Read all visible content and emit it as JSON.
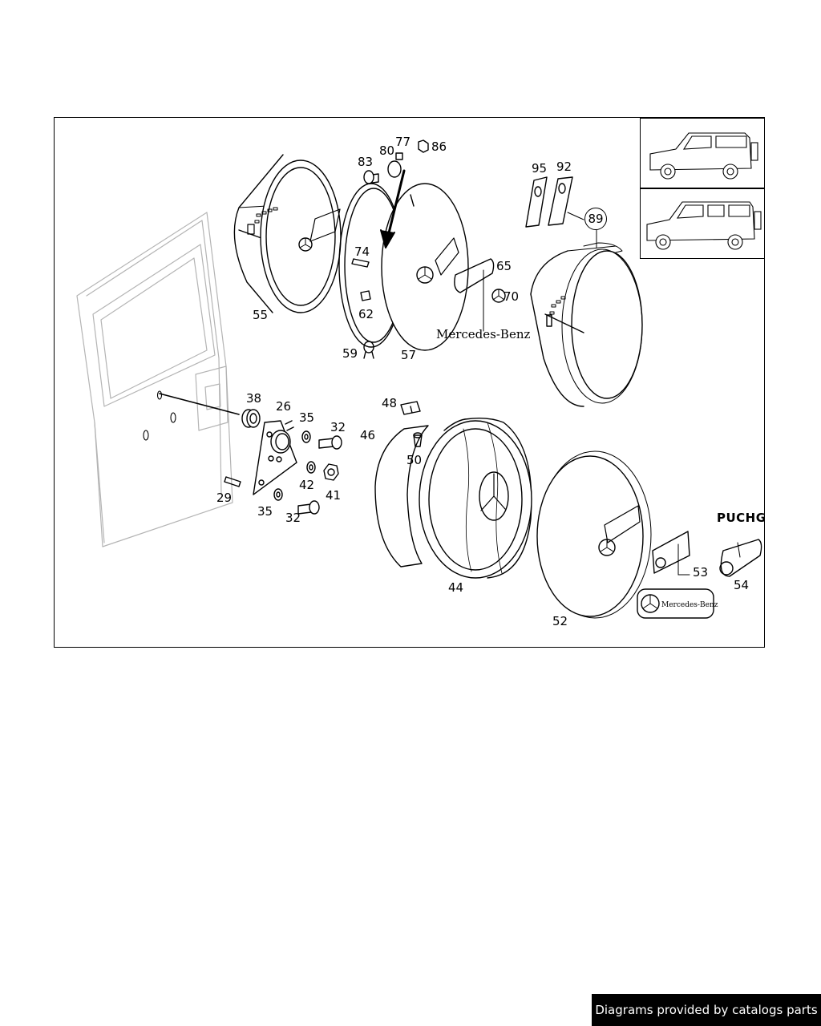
{
  "labels": {
    "p26": "26",
    "p29": "29",
    "p32a": "32",
    "p32b": "32",
    "p35a": "35",
    "p35b": "35",
    "p38": "38",
    "p41": "41",
    "p42": "42",
    "p44": "44",
    "p46": "46",
    "p48": "48",
    "p50": "50",
    "p52": "52",
    "p53": "53",
    "p54": "54",
    "p55": "55",
    "p57": "57",
    "p59": "59",
    "p62": "62",
    "p65": "65",
    "p70": "70",
    "p74": "74",
    "p77": "77",
    "p80": "80",
    "p83": "83",
    "p86": "86",
    "p89": "89",
    "p92": "92",
    "p95": "95"
  },
  "brand": {
    "mercedes_lettering": "Mercedes-Benz",
    "badge_lettering": "Mercedes-Benz",
    "puch_lettering": "PUCHG"
  },
  "footer": {
    "credit": "Diagrams provided by catalogs parts"
  }
}
